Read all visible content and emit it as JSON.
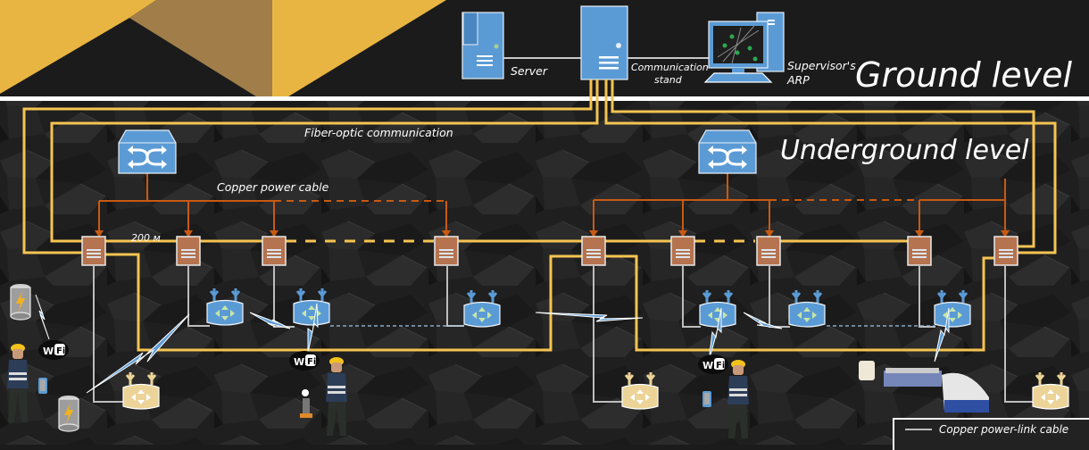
{
  "levels": {
    "ground": "Ground level",
    "underground": "Underground level"
  },
  "ground_devices": {
    "server": "Server",
    "communication_stand": [
      "Communication",
      "stand"
    ],
    "supervisor_arp": [
      "Supervisor's",
      "ARP"
    ]
  },
  "cable_labels": {
    "fiber": "Fiber-optic communication",
    "copper": "Copper power cable",
    "distance": "200 м"
  },
  "wifi_badge": "Wi Fi",
  "legend": {
    "copper_link": "Copper power-link cable"
  },
  "colors": {
    "fiber": "#f5c451",
    "copper_power": "#c85a12",
    "copper_link": "#bdbdbd",
    "device_blue": "#5b9bd5",
    "node_brown": "#b5734f",
    "access_point_tan": "#ecd397",
    "banner_gold": "#e8b543",
    "banner_bronze": "#a17e49"
  }
}
